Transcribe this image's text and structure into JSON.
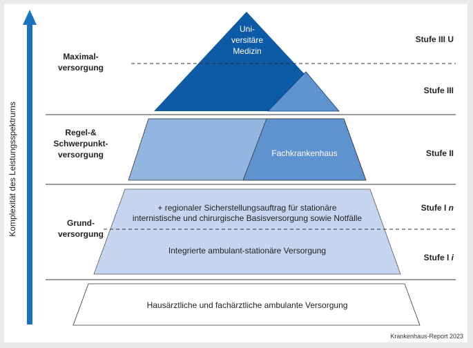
{
  "axis": {
    "label": "Komplexität des Leistungsspektrums"
  },
  "levels": {
    "maximal": {
      "line1": "Maximal-",
      "line2": "versorgung"
    },
    "regel": {
      "line1": "Regel-&",
      "line2": "Schwerpunkt-",
      "line3": "versorgung"
    },
    "grund": {
      "line1": "Grund-",
      "line2": "versorgung"
    }
  },
  "tiers": {
    "top": {
      "line1": "Uni-",
      "line2": "versitäre",
      "line3": "Medizin"
    },
    "fachkrankenhaus": "Fachkrankenhaus",
    "grund_upper": {
      "line1": "+ regionaler Sicherstellungsauftrag für stationäre",
      "line2": "internistische und chirurgische Basisversorgung sowie Notfälle"
    },
    "grund_lower": "Integrierte ambulant-stationäre Versorgung",
    "base": "Hausärztliche und fachärztliche ambulante Versorgung"
  },
  "stufen": {
    "iiiu": "Stufe III U",
    "iii": "Stufe III",
    "ii": "Stufe II",
    "in_prefix": "Stufe I ",
    "in_suffix": "n",
    "ii_prefix": "Stufe I ",
    "ii_suffix": "i"
  },
  "source": "Krankenhaus-Report 2023",
  "colors": {
    "arrow": "#1a73bf",
    "dark_blue": "#0d5aa7",
    "mid_blue": "#5f93d0",
    "light_blue": "#93b5e1",
    "pale_blue": "#c6d5ef"
  }
}
